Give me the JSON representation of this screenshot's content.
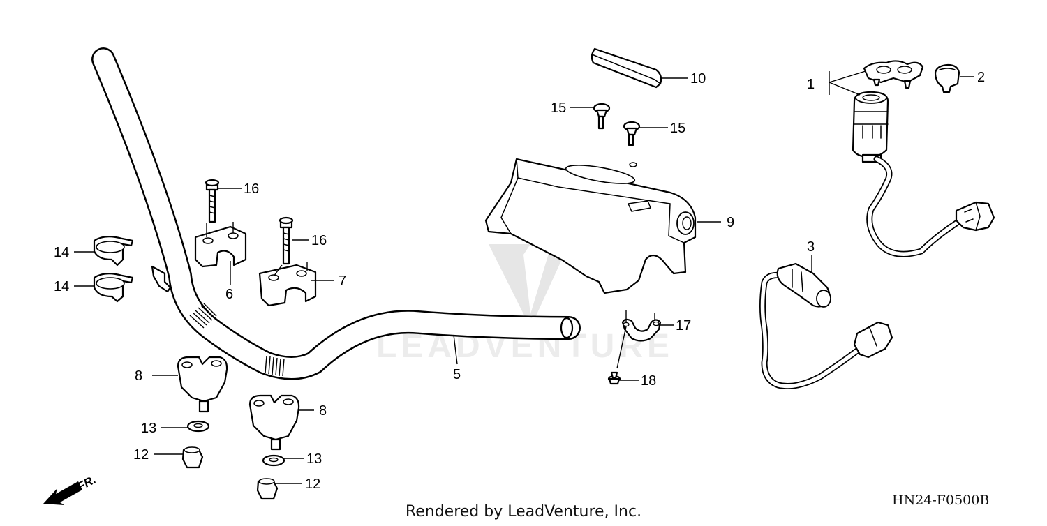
{
  "labels": {
    "p1": "1",
    "p2": "2",
    "p3": "3",
    "p5": "5",
    "p6": "6",
    "p7": "7",
    "p8a": "8",
    "p8b": "8",
    "p9": "9",
    "p10": "10",
    "p12a": "12",
    "p12b": "12",
    "p13a": "13",
    "p13b": "13",
    "p14a": "14",
    "p14b": "14",
    "p15a": "15",
    "p15b": "15",
    "p16a": "16",
    "p16b": "16",
    "p17": "17",
    "p18": "18"
  },
  "watermark": "LEADVENTURE",
  "direction_label": "FR.",
  "credit": "Rendered by LeadVenture, Inc.",
  "diagram_code": "HN24-F0500B"
}
